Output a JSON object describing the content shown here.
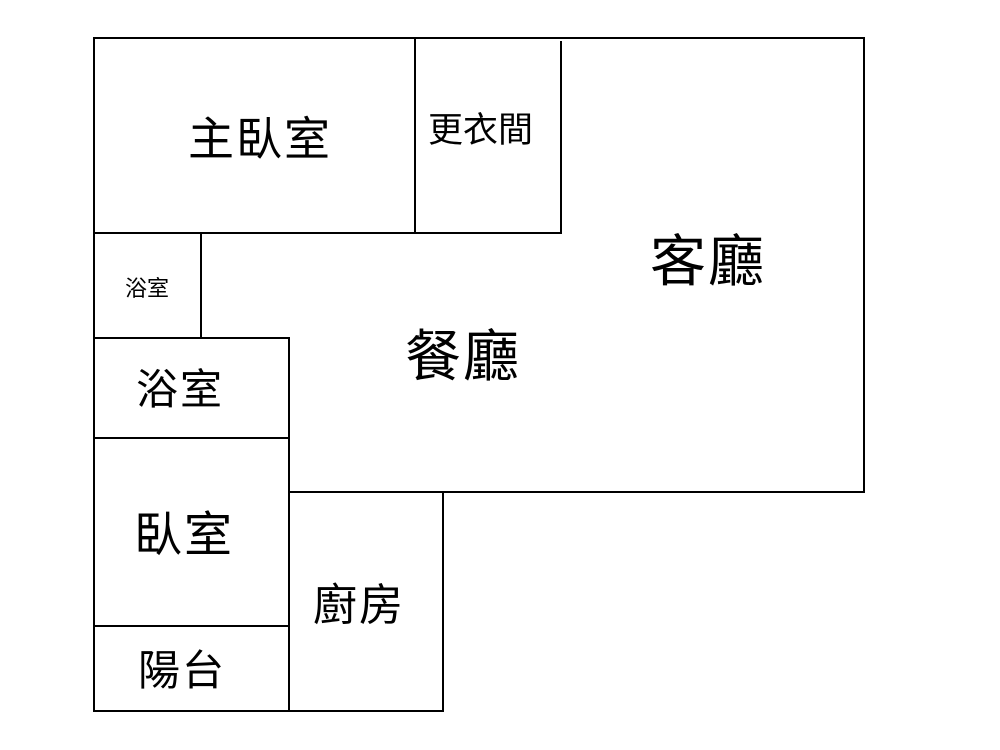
{
  "floor_plan": {
    "rooms": {
      "master_bedroom": "主臥室",
      "walk_in_closet": "更衣間",
      "living_room": "客廳",
      "small_bathroom": "浴室",
      "dining_room": "餐廳",
      "bathroom": "浴室",
      "bedroom": "臥室",
      "kitchen": "廚房",
      "balcony": "陽台"
    },
    "wall_color": "#000000",
    "background_color": "#ffffff"
  }
}
